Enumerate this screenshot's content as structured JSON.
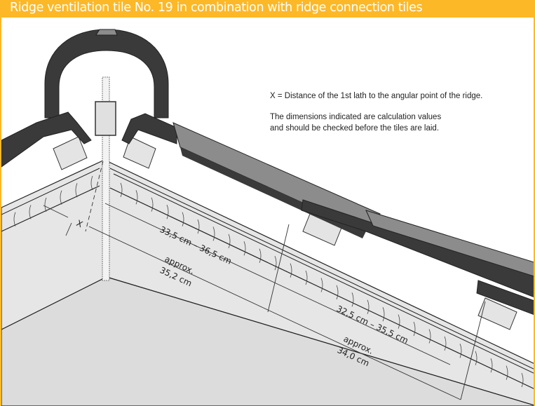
{
  "title": "Ridge ventilation tile No. 19 in combination with ridge connection tiles",
  "notes": {
    "x_definition": "X = Distance of the 1st lath to the angular point of the ridge.",
    "calc_line1": "The dimensions indicated are calculation values",
    "calc_line2": "and should be checked before the tiles are laid."
  },
  "dimensions": {
    "x_label": "X",
    "range1": "33,5 cm – 36,5 cm",
    "approx1_a": "approx.",
    "approx1_b": "35,2 cm",
    "range2": "32,5 cm – 35,5 cm",
    "approx2_a": "approx.",
    "approx2_b": "34,0 cm"
  },
  "colors": {
    "accent": "#FDB827",
    "tile_dark": "#3a3a3a",
    "tile_mid": "#8c8c8c",
    "timber": "#e4e4e4"
  }
}
